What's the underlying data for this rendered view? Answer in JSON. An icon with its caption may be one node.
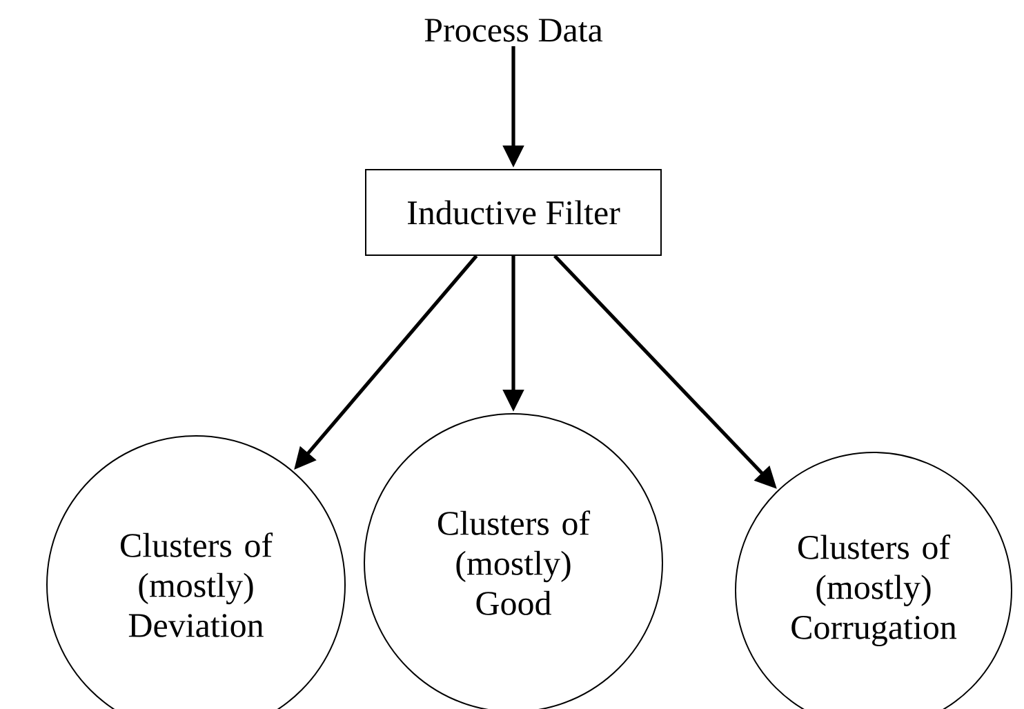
{
  "diagram": {
    "nodes": [
      {
        "text": [
          "Process Data"
        ]
      },
      {
        "text": [
          "Inductive Filter"
        ]
      },
      {
        "text": [
          "Clusters of (mostly) Deviation"
        ]
      },
      {
        "text": [
          "Clusters of (mostly) Good"
        ]
      },
      {
        "text": [
          "Clusters of (mostly) Corrugation"
        ]
      }
    ],
    "edges": [
      {
        "from": 0,
        "to": 1,
        "arrow": "to"
      },
      {
        "from": 1,
        "to": 2,
        "arrow": "to"
      },
      {
        "from": 1,
        "to": 3,
        "arrow": "to"
      },
      {
        "from": 1,
        "to": 4,
        "arrow": "to"
      }
    ]
  }
}
